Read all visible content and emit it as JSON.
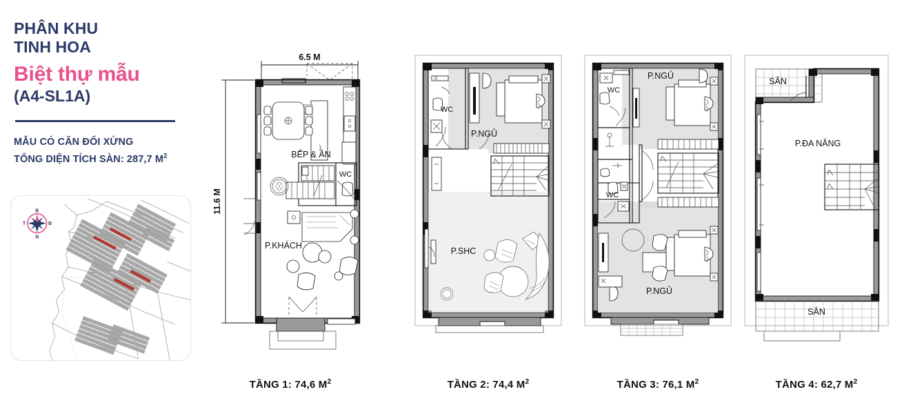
{
  "header": {
    "kicker_line1": "PHÂN KHU",
    "kicker_line2": "TINH HOA",
    "title": "Biệt thự mẫu",
    "code": "(A4-SL1A)",
    "sub_line1": "MẪU CÓ CĂN ĐỐI XỨNG",
    "sub_line2_prefix": "TỔNG DIỆN TÍCH SÀN: 287,7 M",
    "sub_line2_sup": "2",
    "accent_pink": "#e8528c",
    "accent_navy": "#2b3a67"
  },
  "map_thumb": {
    "name": "location-site-map",
    "compass": {
      "north": "B",
      "south": "N",
      "west": "T",
      "east": "Đ"
    },
    "highlight_color": "#b5392f",
    "block_color": "#a8a8a8"
  },
  "dimensions": {
    "width_label": "6.5 M",
    "height_label": "11.6 M"
  },
  "floors": [
    {
      "id": "floor-1",
      "caption_prefix": "TẦNG 1: 74,6 M",
      "caption_sup": "2",
      "rooms": [
        {
          "key": "kitchen_dining",
          "label": "BẾP & ĂN"
        },
        {
          "key": "living",
          "label": "P.KHÁCH"
        },
        {
          "key": "wc",
          "label": "WC"
        }
      ]
    },
    {
      "id": "floor-2",
      "caption_prefix": "TẦNG 2: 74,4 M",
      "caption_sup": "2",
      "rooms": [
        {
          "key": "wc",
          "label": "WC"
        },
        {
          "key": "bedroom",
          "label": "P.NGỦ"
        },
        {
          "key": "common_room",
          "label": "P.SHC"
        }
      ]
    },
    {
      "id": "floor-3",
      "caption_prefix": "TẦNG 3: 76,1 M",
      "caption_sup": "2",
      "rooms": [
        {
          "key": "bedroom_top",
          "label": "P.NGỦ"
        },
        {
          "key": "wc_top",
          "label": "WC"
        },
        {
          "key": "wc_bottom",
          "label": "WC"
        },
        {
          "key": "bedroom_bottom",
          "label": "P.NGỦ"
        }
      ]
    },
    {
      "id": "floor-4",
      "caption_prefix": "TẦNG 4: 62,7 M",
      "caption_sup": "2",
      "rooms": [
        {
          "key": "terrace_top",
          "label": "SÂN"
        },
        {
          "key": "multipurpose",
          "label": "P.ĐA NĂNG"
        },
        {
          "key": "terrace_bottom",
          "label": "SÂN"
        }
      ]
    }
  ]
}
